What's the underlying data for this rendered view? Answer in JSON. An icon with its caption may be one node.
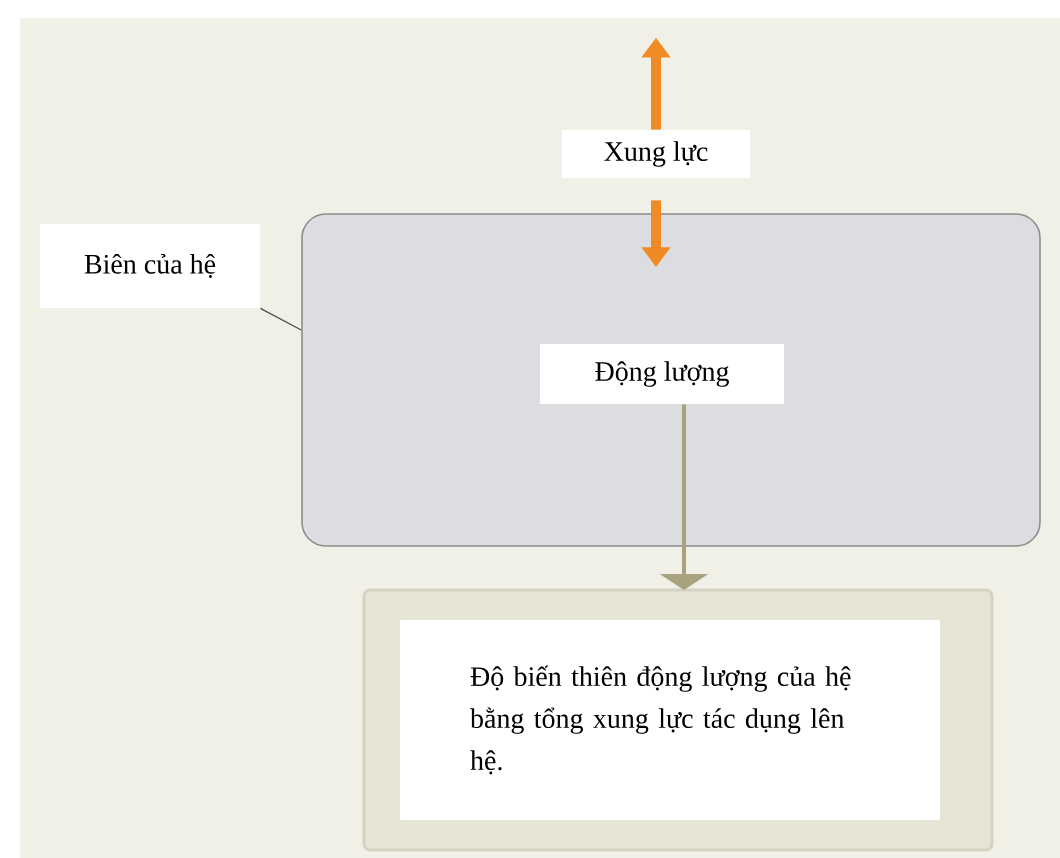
{
  "diagram": {
    "nodes": [
      {
        "text": [
          "Biên của hệ"
        ]
      },
      {
        "text": [],
        "shape": "box"
      },
      {
        "text": [
          "Động lượng"
        ],
        "in": 1
      },
      {
        "text": [
          "Xung lực"
        ]
      },
      {
        "text": [
          "Độ biến thiên động lượng của hệ bằng tổng xung lực tác dụng lên hệ."
        ]
      }
    ],
    "edges": [
      {
        "from": 0,
        "to": 1,
        "arrow": "none",
        "color": "#4c4c4c"
      },
      {
        "from": 3,
        "to": null,
        "arrow": "to",
        "style": "thick",
        "color": "#f08a24"
      },
      {
        "from": 3,
        "to": 1,
        "arrow": "to",
        "style": "thick",
        "color": "#f08a24"
      },
      {
        "from": 2,
        "to": 4,
        "arrow": "to",
        "color": "#a8a27e"
      }
    ]
  }
}
